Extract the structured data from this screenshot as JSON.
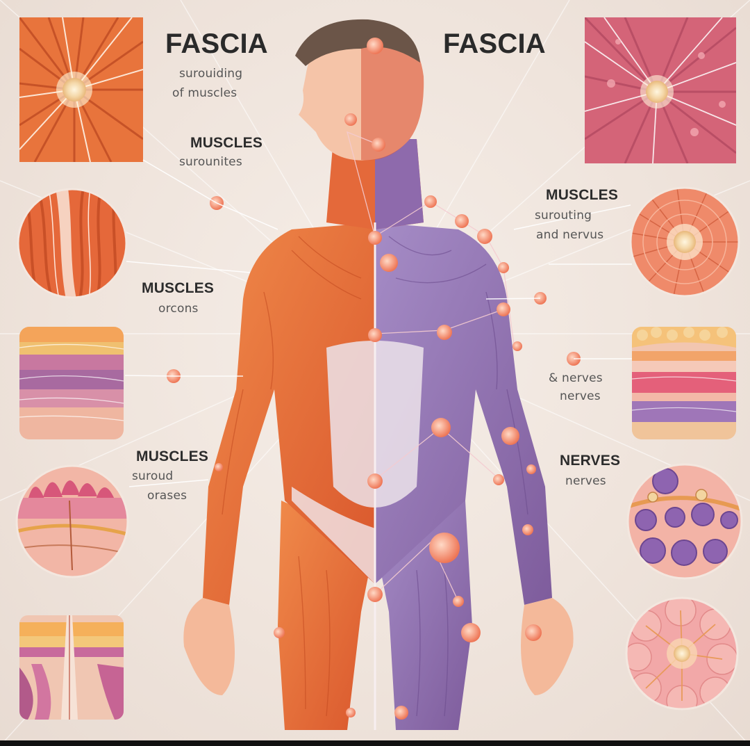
{
  "titles": {
    "left": "FASCIA",
    "right": "FASCIA"
  },
  "labels": {
    "top_left": {
      "line1": "surouiding",
      "line2": "of muscles"
    },
    "muscles_1": {
      "head": "MUSCLES",
      "sub": "surounites"
    },
    "muscles_2": {
      "head": "MUSCLES",
      "sub": "orcons"
    },
    "muscles_3": {
      "head": "MUSCLES",
      "sub1": "suroud",
      "sub2": "orases"
    },
    "right_1": {
      "head": "MUSCLES",
      "sub1": "surouting",
      "sub2": "and nervus"
    },
    "right_2": {
      "line1": "& nerves",
      "line2": "nerves"
    },
    "right_3": {
      "head": "NERVES",
      "sub": "nerves"
    }
  },
  "colors": {
    "muscle": "#e8703a",
    "muscle_dark": "#c9502a",
    "fascia_purple": "#8a68a8",
    "fascia_purple_light": "#a98fc2",
    "node": "#f0846a",
    "background": "#f2e8e1"
  }
}
